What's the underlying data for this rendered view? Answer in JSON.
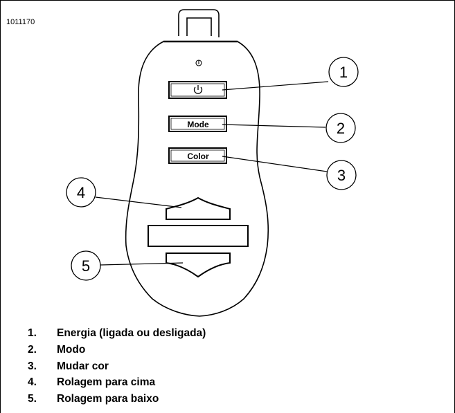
{
  "figure_id": "1011170",
  "buttons": {
    "power_symbol": "⏻",
    "mode": "Mode",
    "color": "Color"
  },
  "callouts": [
    "1",
    "2",
    "3",
    "4",
    "5"
  ],
  "legend": [
    {
      "number": "1.",
      "text": "Energia (ligada ou desligada)"
    },
    {
      "number": "2.",
      "text": "Modo"
    },
    {
      "number": "3.",
      "text": "Mudar cor"
    },
    {
      "number": "4.",
      "text": "Rolagem para cima"
    },
    {
      "number": "5.",
      "text": "Rolagem para baixo"
    }
  ]
}
